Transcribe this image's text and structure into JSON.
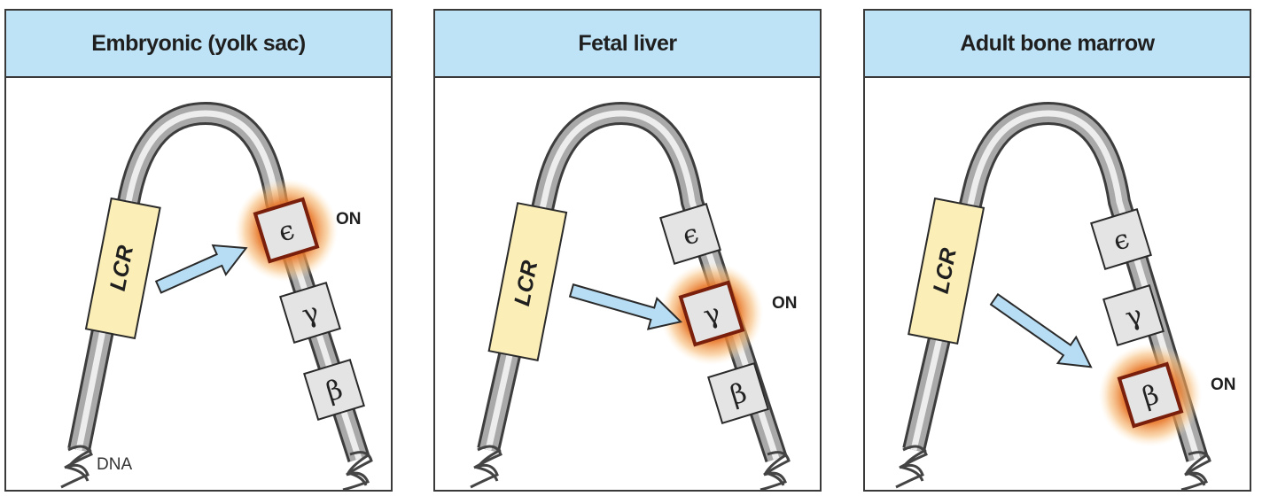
{
  "panels": [
    {
      "title": "Embryonic (yolk sac)",
      "active_gene": "epsilon"
    },
    {
      "title": "Fetal liver",
      "active_gene": "gamma"
    },
    {
      "title": "Adult bone marrow",
      "active_gene": "beta"
    }
  ],
  "labels": {
    "lcr": "LCR",
    "on": "ON",
    "dna": "DNA",
    "epsilon": "ϵ",
    "gamma": "γ",
    "beta": "β"
  },
  "colors": {
    "header_bg": "#bfe3f6",
    "lcr_fill": "#fbeeb6",
    "arrow_fill": "#b7ddf4",
    "gene_fill": "#e4e4e4",
    "glow": "#e8782a",
    "active_border": "#7a1f0c"
  }
}
